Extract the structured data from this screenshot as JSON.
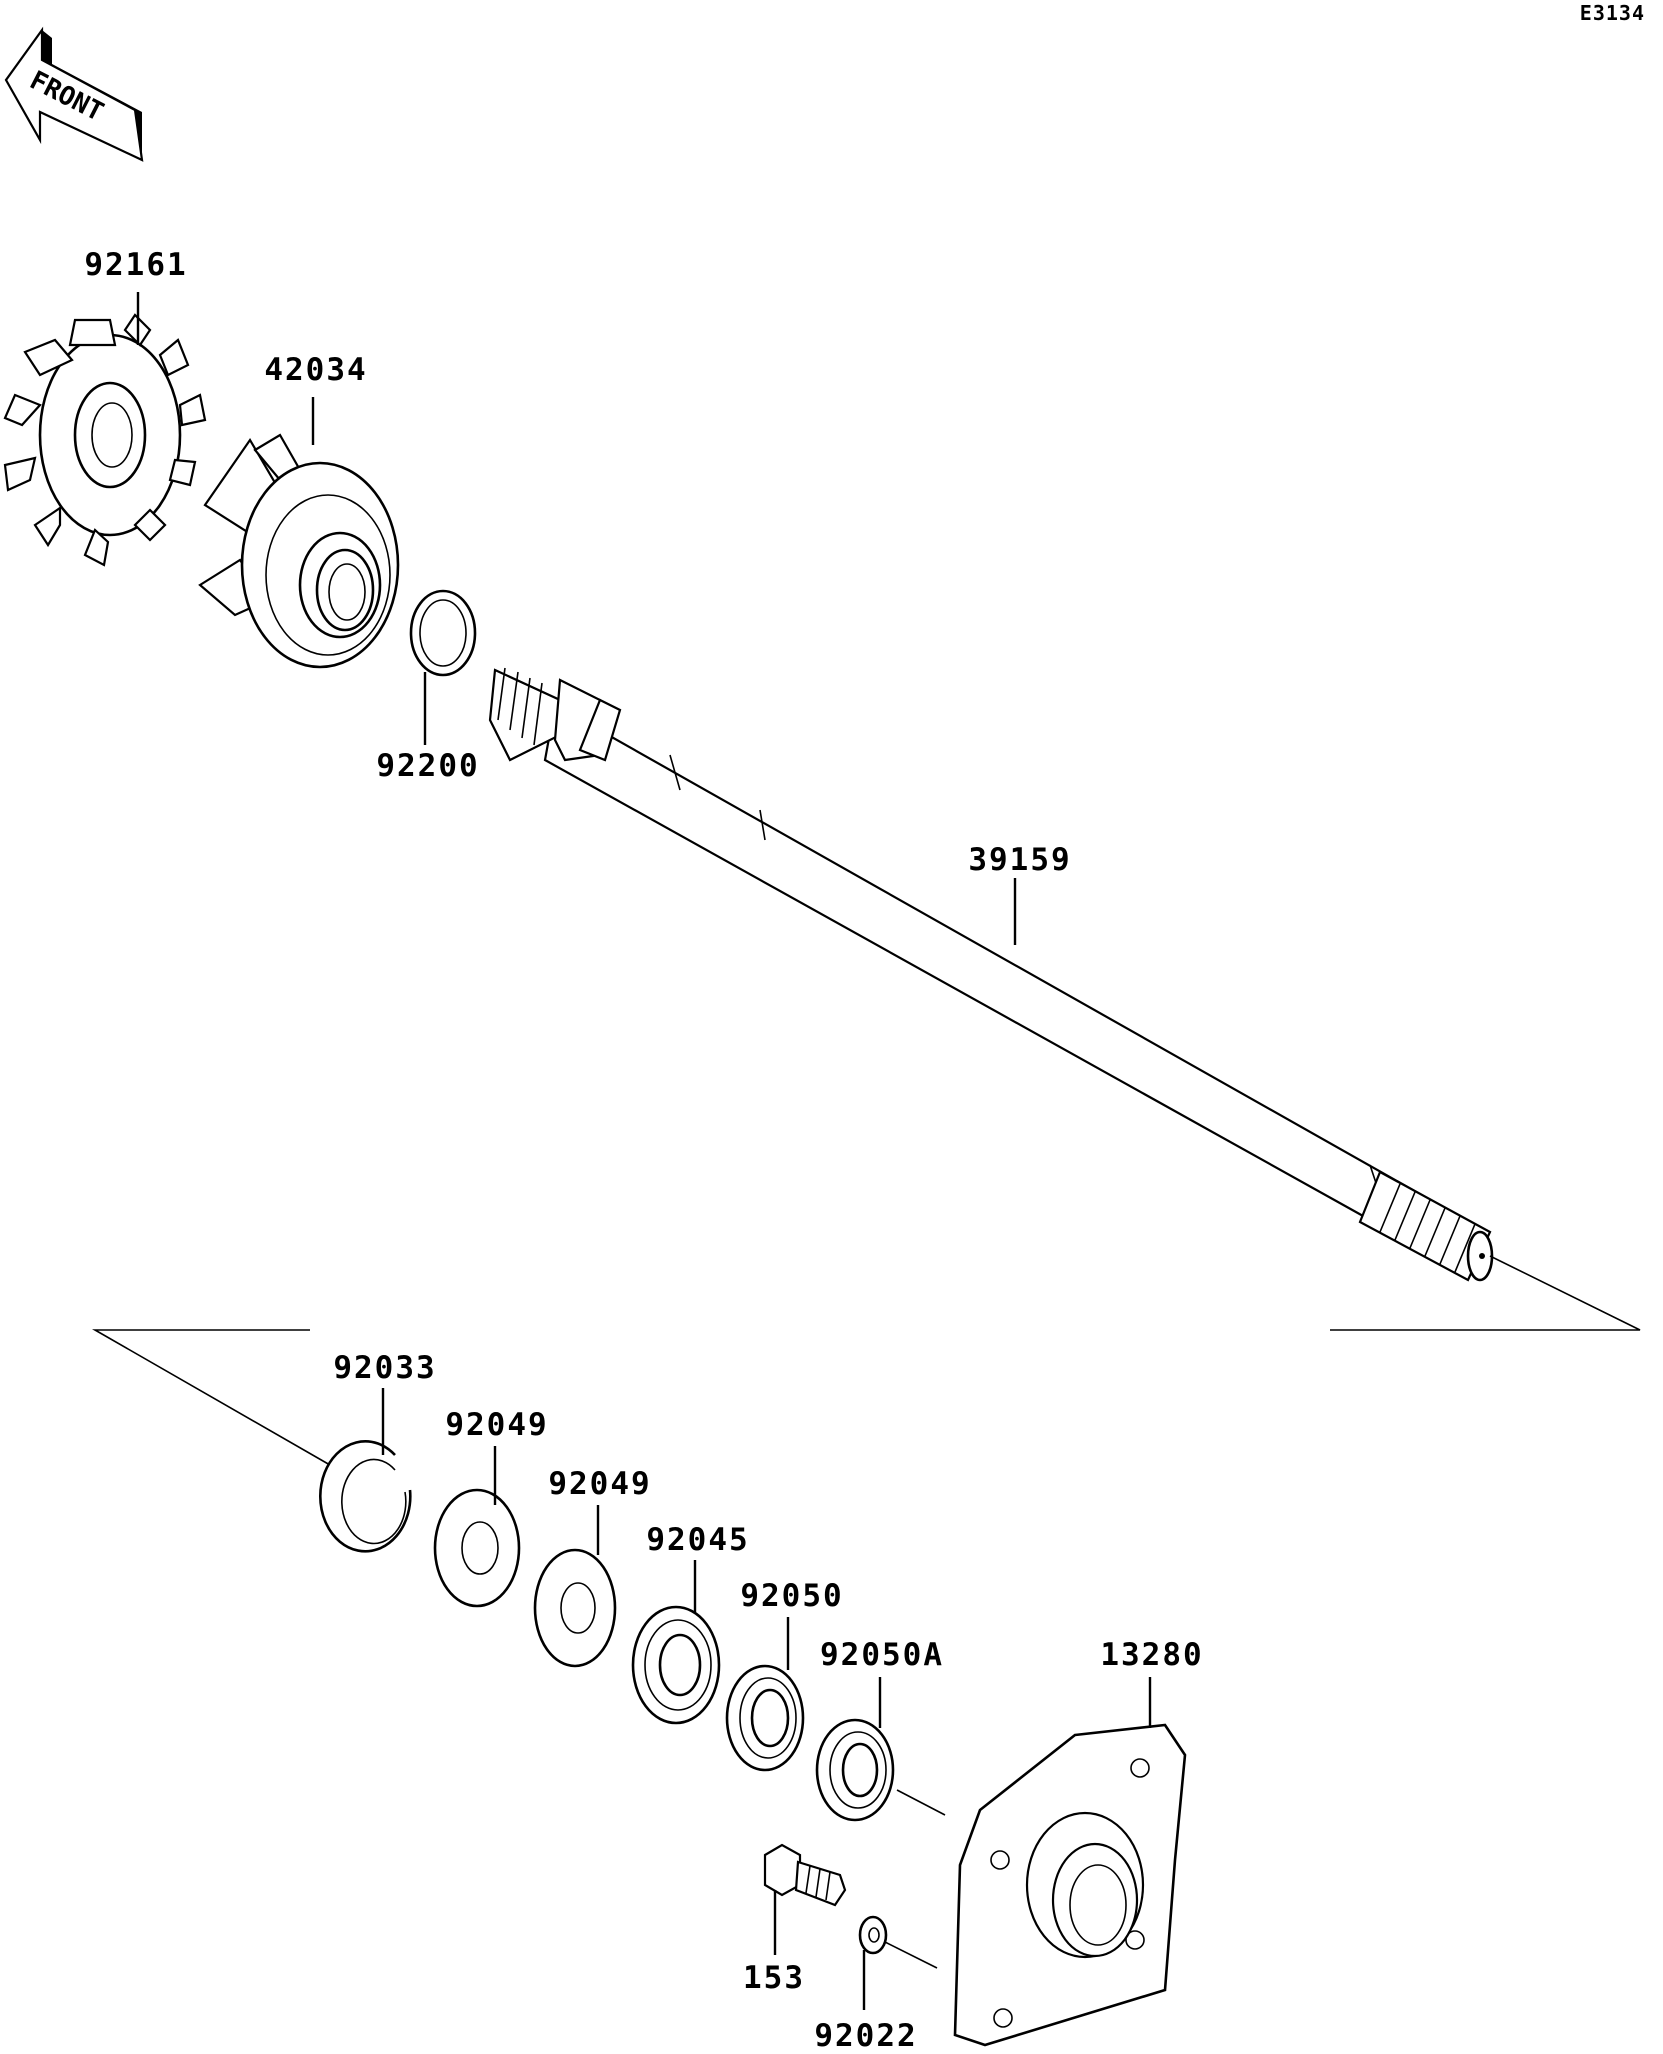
{
  "diagram_code": "E3134",
  "front_label": "FRONT",
  "parts": [
    {
      "part_no": "92161"
    },
    {
      "part_no": "42034"
    },
    {
      "part_no": "92200"
    },
    {
      "part_no": "39159"
    },
    {
      "part_no": "92033"
    },
    {
      "part_no": "92049"
    },
    {
      "part_no": "92049"
    },
    {
      "part_no": "92045"
    },
    {
      "part_no": "92050"
    },
    {
      "part_no": "92050A"
    },
    {
      "part_no": "13280"
    },
    {
      "part_no": "153"
    },
    {
      "part_no": "92022"
    }
  ]
}
